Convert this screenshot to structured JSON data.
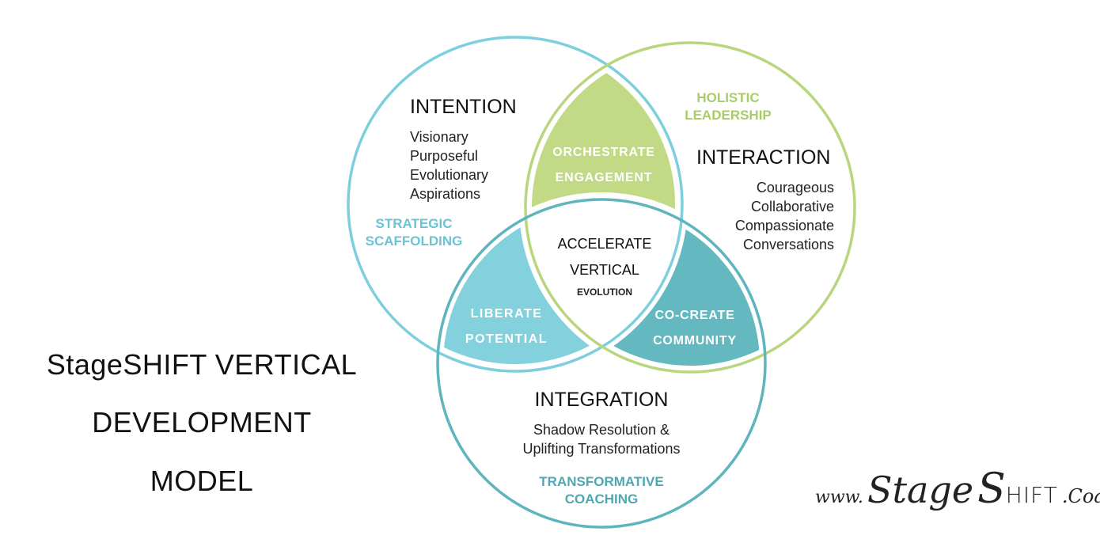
{
  "title": {
    "lines": [
      "StageSHIFT VERTICAL",
      "DEVELOPMENT",
      "MODEL"
    ]
  },
  "colors": {
    "intention_circle": "#7ecfdd",
    "interaction_circle": "#b9d67f",
    "integration_circle": "#5fb5bd",
    "orchestrate_fill": "#c2d986",
    "liberate_fill": "#84d1de",
    "cocreate_fill": "#64b8bf",
    "strategic_text": "#6cc3d3",
    "holistic_text": "#a9cc6a",
    "transformative_text": "#4fa8b1"
  },
  "circles": {
    "intention": {
      "heading": "INTENTION",
      "qualities": [
        "Visionary",
        "Purposeful",
        "Evolutionary",
        "Aspirations"
      ],
      "tag": [
        "STRATEGIC",
        "SCAFFOLDING"
      ]
    },
    "interaction": {
      "heading": "INTERACTION",
      "qualities": [
        "Courageous",
        "Collaborative",
        "Compassionate",
        "Conversations"
      ],
      "tag": [
        "HOLISTIC",
        "LEADERSHIP"
      ]
    },
    "integration": {
      "heading": "INTEGRATION",
      "qualities": [
        "Shadow Resolution &",
        "Uplifting Transformations"
      ],
      "tag": [
        "TRANSFORMATIVE",
        "COACHING"
      ]
    }
  },
  "overlaps": {
    "orchestrate": [
      "ORCHESTRATE",
      "ENGAGEMENT"
    ],
    "liberate": [
      "LIBERATE",
      "POTENTIAL"
    ],
    "cocreate": [
      "CO-CREATE",
      "COMMUNITY"
    ],
    "center": [
      "ACCELERATE",
      "VERTICAL",
      "EVOLUTION"
    ]
  },
  "website": {
    "prefix": "www.",
    "stage": "Stage",
    "shift_s": "S",
    "shift_rest": "HIFT",
    "suffix": ".Coach"
  }
}
